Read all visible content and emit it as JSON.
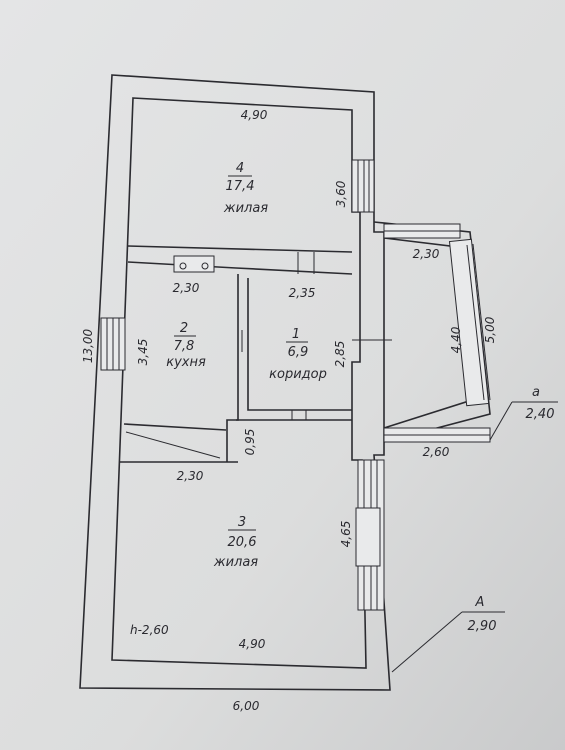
{
  "dimensions": {
    "top_room4": "4,90",
    "side_room4": "3,60",
    "veranda_top": "2,30",
    "veranda_side_inner": "4,40",
    "veranda_side_outer": "5,00",
    "veranda_bottom": "2,60",
    "kitchen_top": "2,30",
    "kitchen_side": "3,45",
    "corridor_top": "2,35",
    "corridor_side": "2,85",
    "left_overall": "13,00",
    "passage_small": "0,95",
    "room3_top": "2,30",
    "room3_side": "4,65",
    "room3_bottom": "4,90",
    "bottom_overall": "6,00",
    "ceiling_height": "h-2,60"
  },
  "rooms": [
    {
      "number": "4",
      "area": "17,4",
      "name": "жилая"
    },
    {
      "number": "2",
      "area": "7,8",
      "name": "кухня"
    },
    {
      "number": "1",
      "area": "6,9",
      "name": "коридор"
    },
    {
      "number": "3",
      "area": "20,6",
      "name": "жилая"
    }
  ],
  "markers": {
    "a_letter": "a",
    "a_value": "2,40",
    "A_letter": "A",
    "A_value": "2,90"
  }
}
